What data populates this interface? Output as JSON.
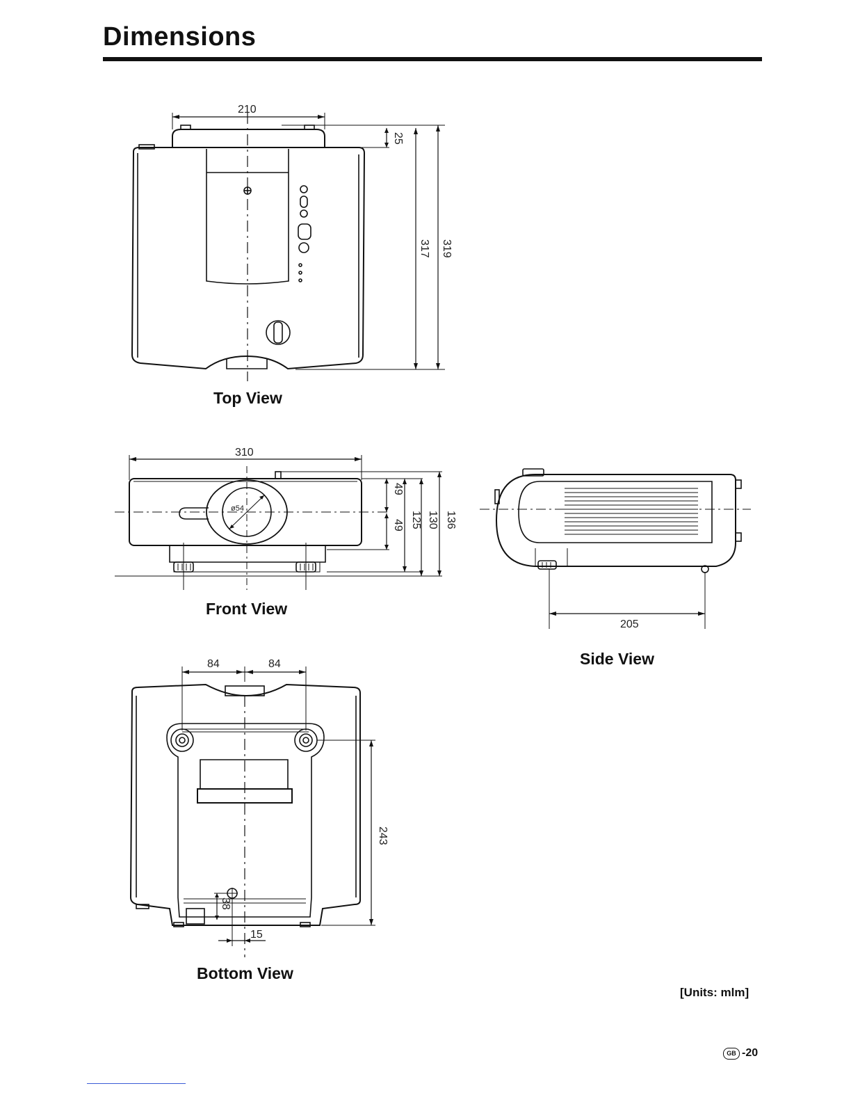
{
  "page": {
    "title": "Dimensions",
    "units_note": "[Units: mlm]",
    "badge": "GB",
    "page_number": "-20"
  },
  "views": {
    "top": {
      "caption": "Top View",
      "dims": {
        "width": "210",
        "handle_depth": "25",
        "depth_inner": "317",
        "depth_total": "319"
      }
    },
    "front": {
      "caption": "Front View",
      "dims": {
        "width": "310",
        "lens_dia": "ø54",
        "upper": "49",
        "lower": "49",
        "h1": "125",
        "h2": "130",
        "h3": "136"
      }
    },
    "side": {
      "caption": "Side View",
      "dims": {
        "foot_span": "205"
      }
    },
    "bottom": {
      "caption": "Bottom View",
      "dims": {
        "left_half": "84",
        "right_half": "84",
        "depth": "243",
        "offset_y": "38",
        "offset_x": "15"
      }
    }
  }
}
